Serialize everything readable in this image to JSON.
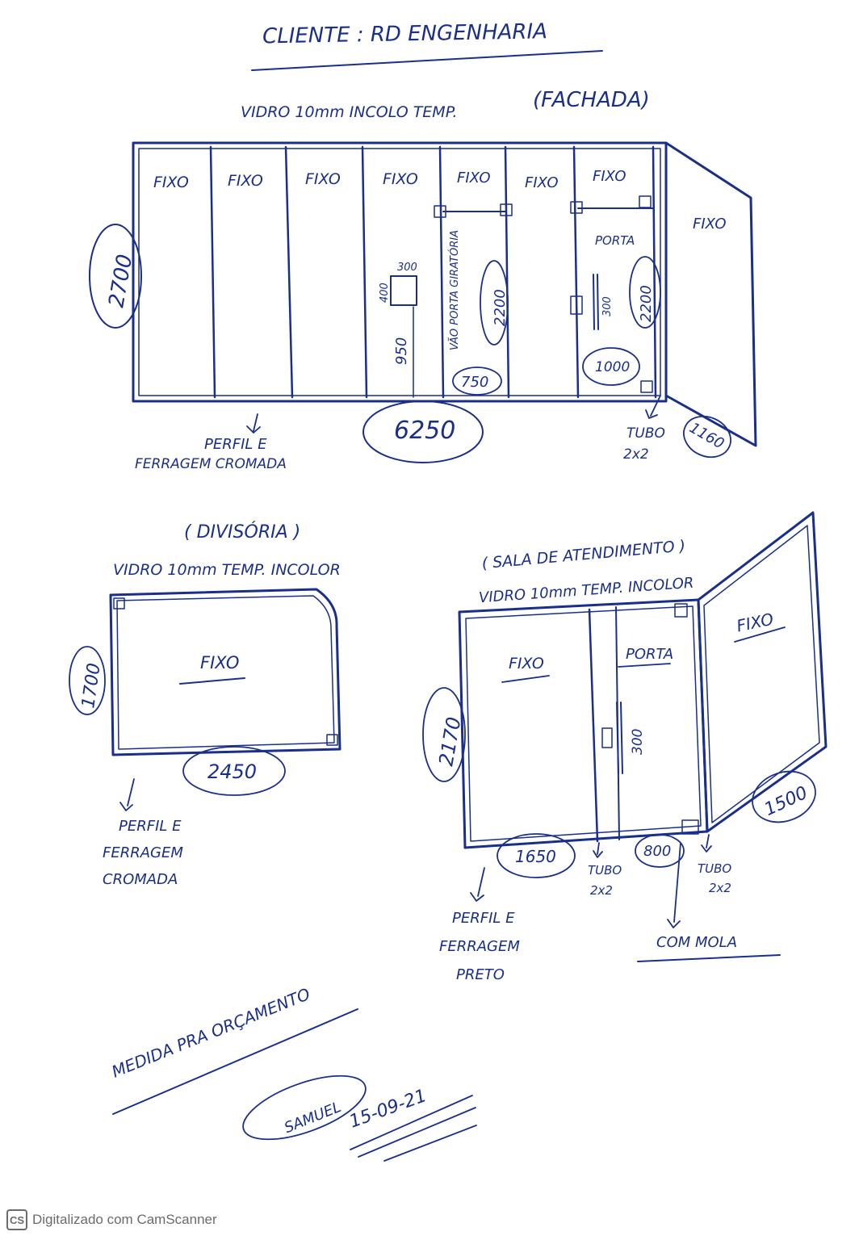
{
  "header": {
    "client": "CLIENTE : RD ENGENHARIA"
  },
  "fachada": {
    "glass_spec": "VIDRO 10mm INCOLO TEMP.",
    "title": "(FACHADA)",
    "panel_labels": [
      "FIXO",
      "FIXO",
      "FIXO",
      "FIXO",
      "FIXO",
      "FIXO",
      "FIXO",
      "FIXO"
    ],
    "porta_label": "PORTA",
    "opening_label": "VÃO PORTA GIRATÓRIA",
    "window_w": "300",
    "window_h": "400",
    "window_sill": "950",
    "door_pivot_h": "2200",
    "door_h": "2200",
    "handle_len": "300",
    "height": "2700",
    "opening_w": "750",
    "door_w": "1000",
    "total_w": "6250",
    "side_w": "1160",
    "profile_note_1": "PERFIL E",
    "profile_note_2": "FERRAGEM CROMADA",
    "tube_1": "TUBO",
    "tube_2": "2x2"
  },
  "divisoria": {
    "title": "( DIVISÓRIA )",
    "glass_spec": "VIDRO 10mm TEMP. INCOLOR",
    "panel_label": "FIXO",
    "height": "1700",
    "width": "2450",
    "note_1": "PERFIL E",
    "note_2": "FERRAGEM",
    "note_3": "CROMADA"
  },
  "sala": {
    "title": "( SALA DE ATENDIMENTO )",
    "glass_spec": "VIDRO 10mm TEMP. INCOLOR",
    "fixo_left": "FIXO",
    "porta": "PORTA",
    "fixo_side": "FIXO",
    "handle_len": "300",
    "height": "2170",
    "fixo_w": "1650",
    "door_w": "800",
    "side_w": "1500",
    "tube_1": "TUBO",
    "tube_2": "2x2",
    "tube_3": "TUBO",
    "tube_4": "2x2",
    "note_1": "PERFIL E",
    "note_2": "FERRAGEM",
    "note_3": "PRETO",
    "spring": "COM MOLA"
  },
  "signoff": {
    "note": "MEDIDA PRA ORÇAMENTO",
    "name": "SAMUEL",
    "date": "15-09-21"
  },
  "footer": {
    "logo": "CS",
    "text": "Digitalizado com CamScanner"
  }
}
